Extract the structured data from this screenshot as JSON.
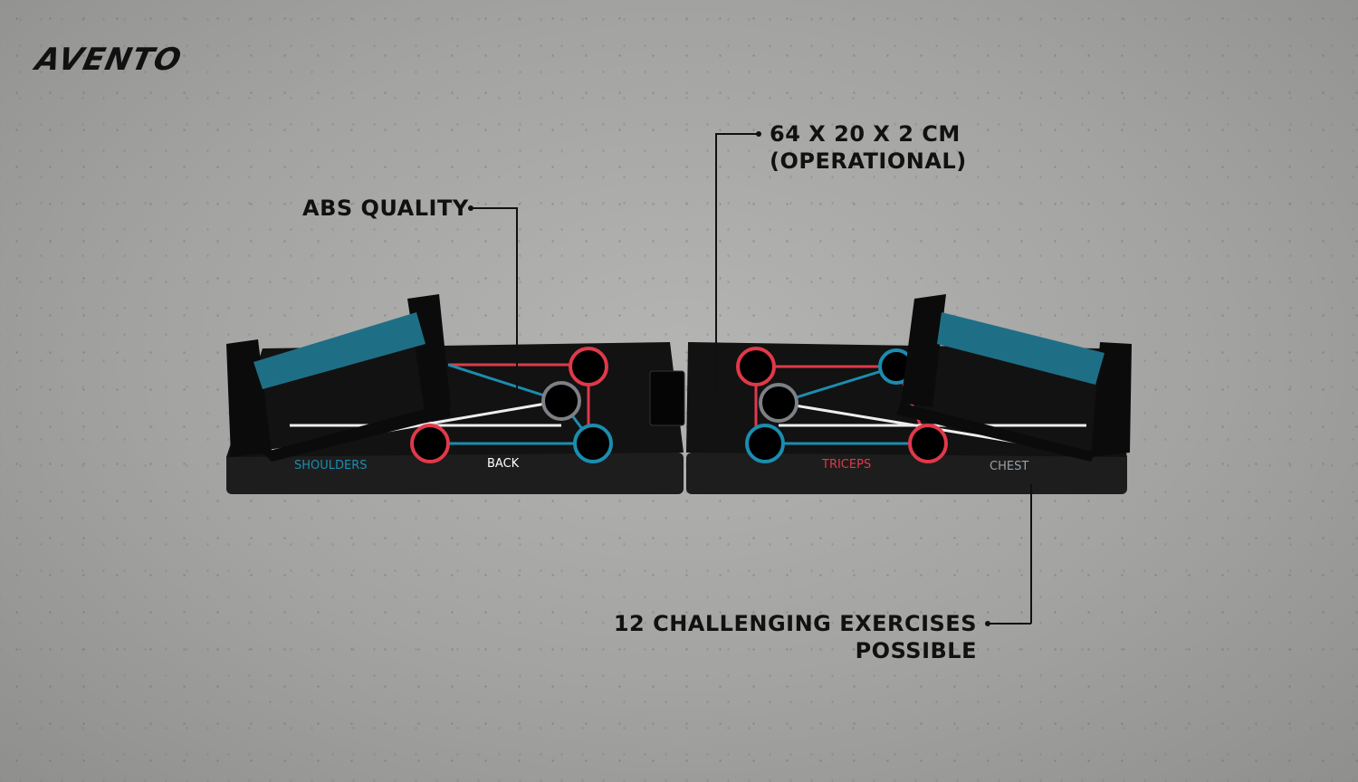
{
  "brand": {
    "logo_text": "AVENTO"
  },
  "callouts": {
    "abs": "ABS QUALITY",
    "dims_line1": "64 X 20 X 2 CM",
    "dims_line2": "(OPERATIONAL)",
    "exercises_line1": "12 CHALLENGING EXERCISES",
    "exercises_line2": "POSSIBLE"
  },
  "board": {
    "labels": {
      "shoulders": "SHOULDERS",
      "back": "BACK",
      "triceps": "TRICEPS",
      "chest": "CHEST"
    },
    "colors": {
      "shoulders": "#1b8db0",
      "back": "#ffffff",
      "triceps": "#e0394a",
      "chest": "#9aa0a6",
      "grip": "#1e6f86"
    }
  }
}
